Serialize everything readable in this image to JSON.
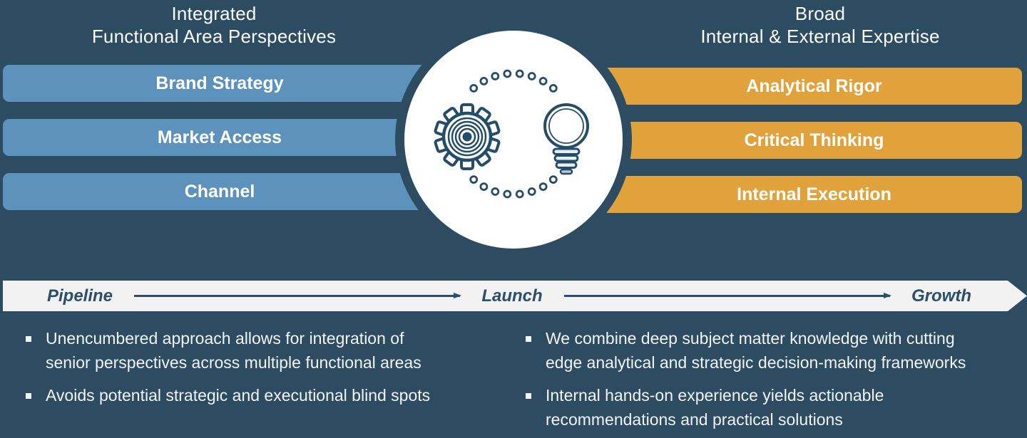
{
  "colors": {
    "background": "#2D4B61",
    "blue_bar": "#5D92BC",
    "orange_bar": "#E1A23B",
    "banner_background": "#F2F2F3",
    "navy_accent": "#244D6A",
    "text": "#FFFFFF"
  },
  "left_section": {
    "heading_line1": "Integrated",
    "heading_line2": "Functional Area Perspectives",
    "bars": [
      "Brand Strategy",
      "Market Access",
      "Channel"
    ]
  },
  "right_section": {
    "heading_line1": "Broad",
    "heading_line2": "Internal & External Expertise",
    "bars": [
      "Analytical Rigor",
      "Critical Thinking",
      "Internal Execution"
    ]
  },
  "center": {
    "icons": [
      "gear-icon",
      "lightbulb-icon",
      "dotted-arc-top",
      "dotted-arc-bottom"
    ]
  },
  "timeline": {
    "stage1": "Pipeline",
    "stage2": "Launch",
    "stage3": "Growth"
  },
  "bullets_left": [
    "Unencumbered approach allows for integration of\nsenior perspectives across multiple functional areas",
    "Avoids potential strategic and executional blind spots"
  ],
  "bullets_right": [
    "We combine deep subject matter knowledge with cutting\nedge analytical and strategic decision-making frameworks",
    "Internal hands-on experience yields actionable\nrecommendations and practical solutions"
  ]
}
